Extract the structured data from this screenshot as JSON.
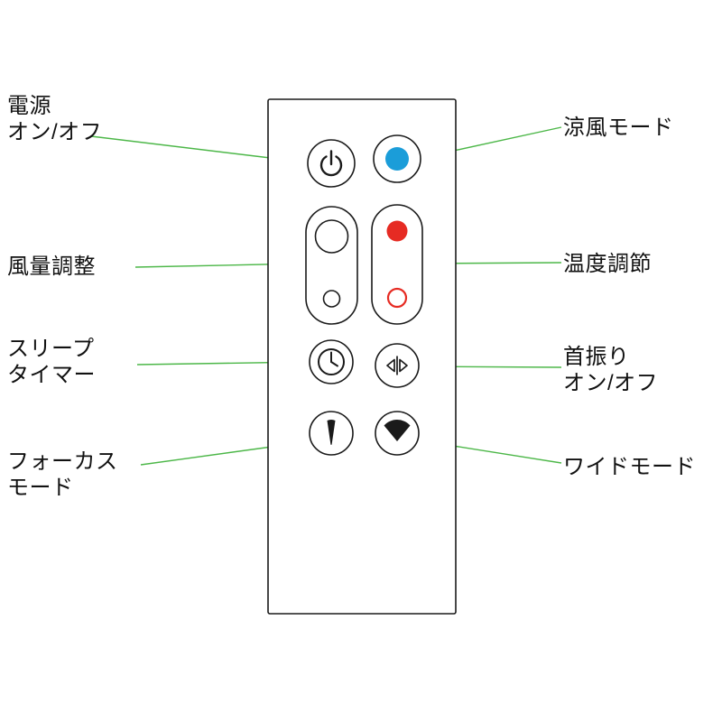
{
  "colors": {
    "connector_green": "#4cb748",
    "cool_blue": "#1b9dd9",
    "heat_red": "#e62b23",
    "outline_black": "#1a1a1a"
  },
  "callouts": {
    "power": {
      "line1": "電源",
      "line2": "オン/オフ"
    },
    "airflow": {
      "line1": "風量調整"
    },
    "sleep_timer": {
      "line1": "スリープ",
      "line2": "タイマー"
    },
    "focus_mode": {
      "line1": "フォーカス",
      "line2": "モード"
    },
    "cool_mode": {
      "line1": "涼風モード"
    },
    "temperature": {
      "line1": "温度調節"
    },
    "oscillation": {
      "line1": "首振り",
      "line2": "オン/オフ"
    },
    "wide_mode": {
      "line1": "ワイドモード"
    }
  },
  "remote": {
    "buttons": [
      {
        "name": "power-button",
        "icon": "power-icon"
      },
      {
        "name": "cool-mode-button",
        "icon": "blue-dot-icon"
      },
      {
        "name": "airflow-up-button",
        "icon": "large-circle-icon"
      },
      {
        "name": "airflow-down-button",
        "icon": "small-circle-icon"
      },
      {
        "name": "heat-up-button",
        "icon": "red-dot-icon"
      },
      {
        "name": "heat-down-button",
        "icon": "red-ring-icon"
      },
      {
        "name": "sleep-timer-button",
        "icon": "clock-icon"
      },
      {
        "name": "oscillation-button",
        "icon": "left-right-arrows-icon"
      },
      {
        "name": "focus-mode-button",
        "icon": "narrow-jet-icon"
      },
      {
        "name": "wide-mode-button",
        "icon": "wide-fan-icon"
      }
    ]
  }
}
